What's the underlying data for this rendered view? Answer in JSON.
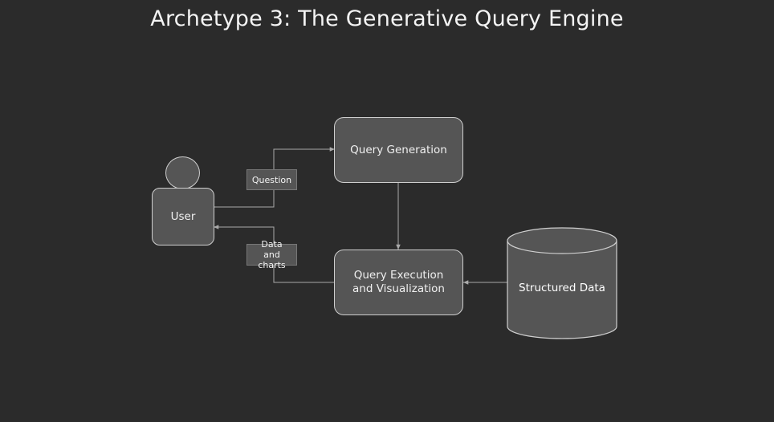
{
  "title": "Archetype 3: The Generative Query Engine",
  "nodes": {
    "user": "User",
    "query_generation": "Query Generation",
    "query_execution": "Query Execution and Visualization",
    "structured_data": "Structured Data"
  },
  "edges": {
    "question": "Question",
    "data_and_charts": "Data and charts"
  },
  "colors": {
    "background": "#2b2b2b",
    "node_fill": "#555555",
    "node_stroke": "#cfcfcf",
    "edge": "#aaaaaa",
    "text": "#f0f0f0"
  }
}
